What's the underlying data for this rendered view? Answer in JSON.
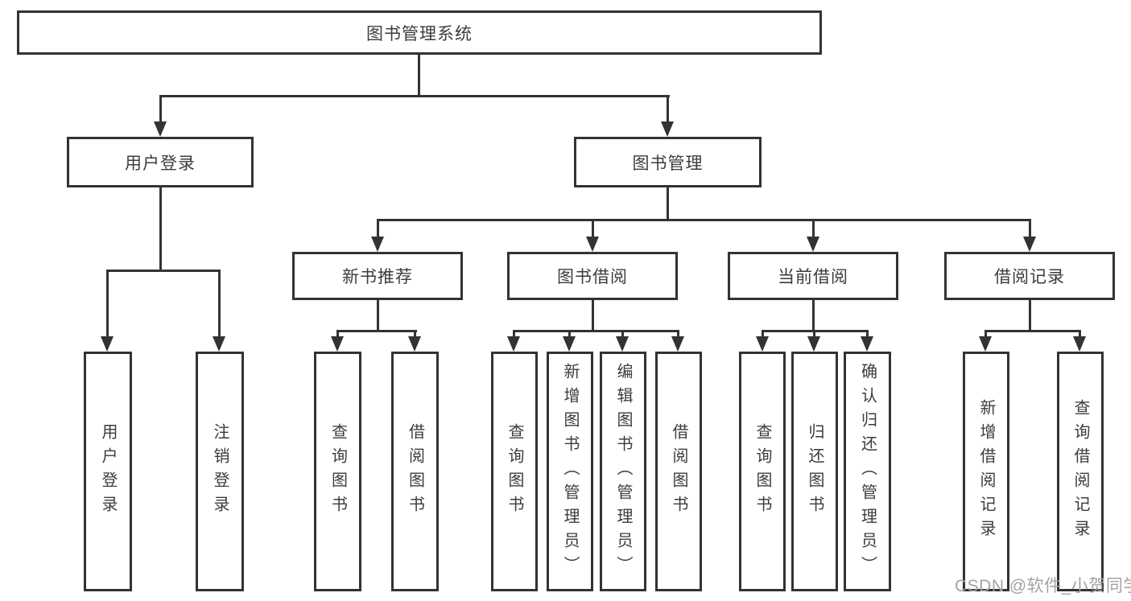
{
  "diagram": {
    "root": "图书管理系统",
    "level2": [
      "用户登录",
      "图书管理"
    ],
    "level3": [
      "新书推荐",
      "图书借阅",
      "当前借阅",
      "借阅记录"
    ],
    "leaves": {
      "user_login": [
        "用户登录",
        "注销登录"
      ],
      "new_book": [
        "查询图书",
        "借阅图书"
      ],
      "book_borrow": [
        "查询图书",
        "新增图书（管理员）",
        "编辑图书（管理员）",
        "借阅图书"
      ],
      "current_borrow": [
        "查询图书",
        "归还图书",
        "确认归还（管理员）"
      ],
      "borrow_record": [
        "新增借阅记录",
        "查询借阅记录"
      ]
    }
  },
  "watermark": {
    "text": "CSDN @软件_小贺同学"
  },
  "colors": {
    "line": "#333333",
    "text": "#3c3c3c",
    "watermark": "#a3a3a3",
    "background": "#ffffff"
  }
}
